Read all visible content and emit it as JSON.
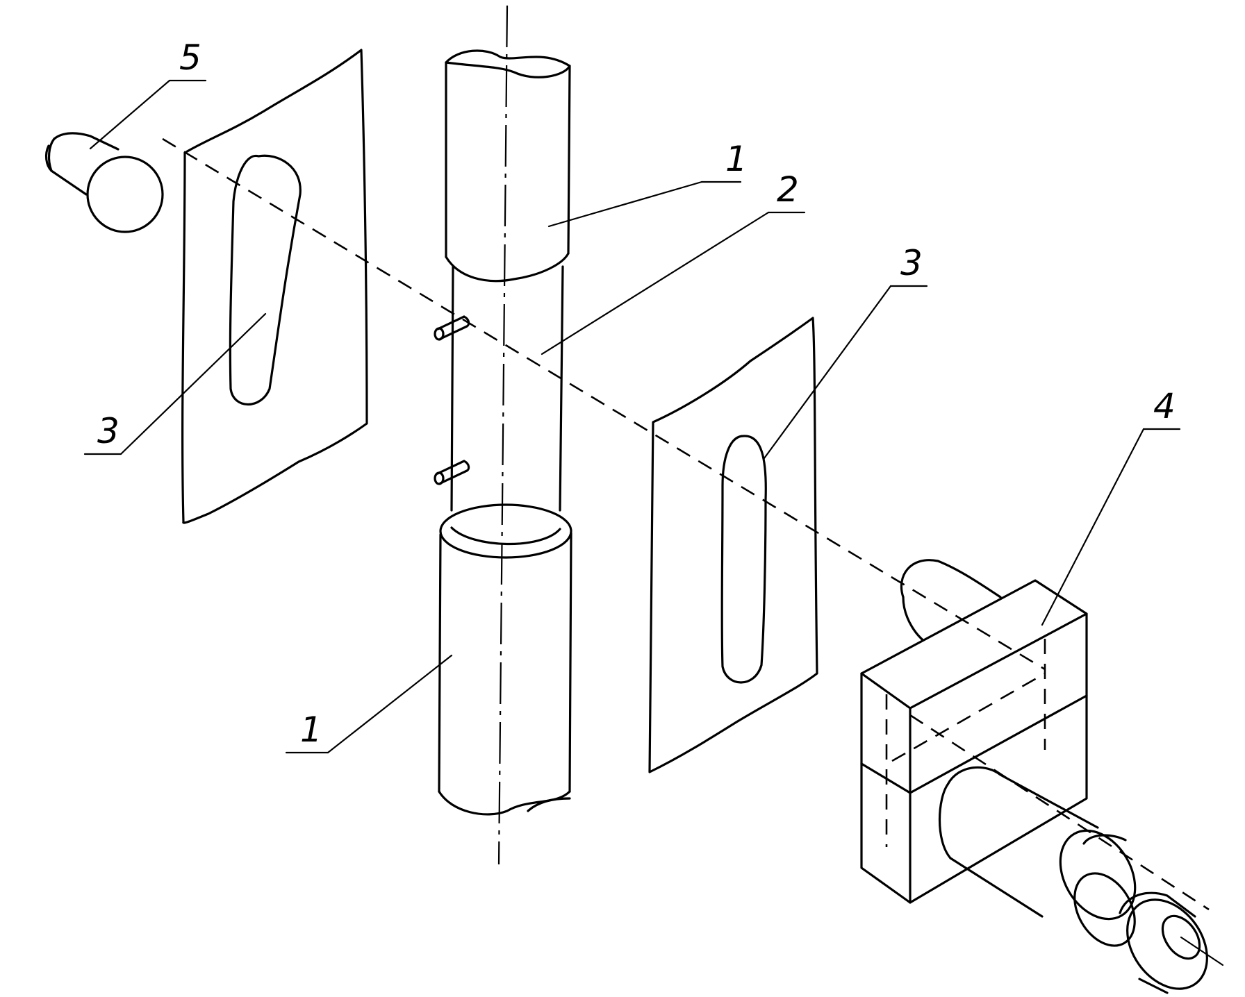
{
  "diagram": {
    "labels": {
      "part1_top": "1",
      "part1_bottom": "1",
      "part2": "2",
      "part3_left": "3",
      "part3_right": "3",
      "part4": "4",
      "part5": "5"
    }
  }
}
